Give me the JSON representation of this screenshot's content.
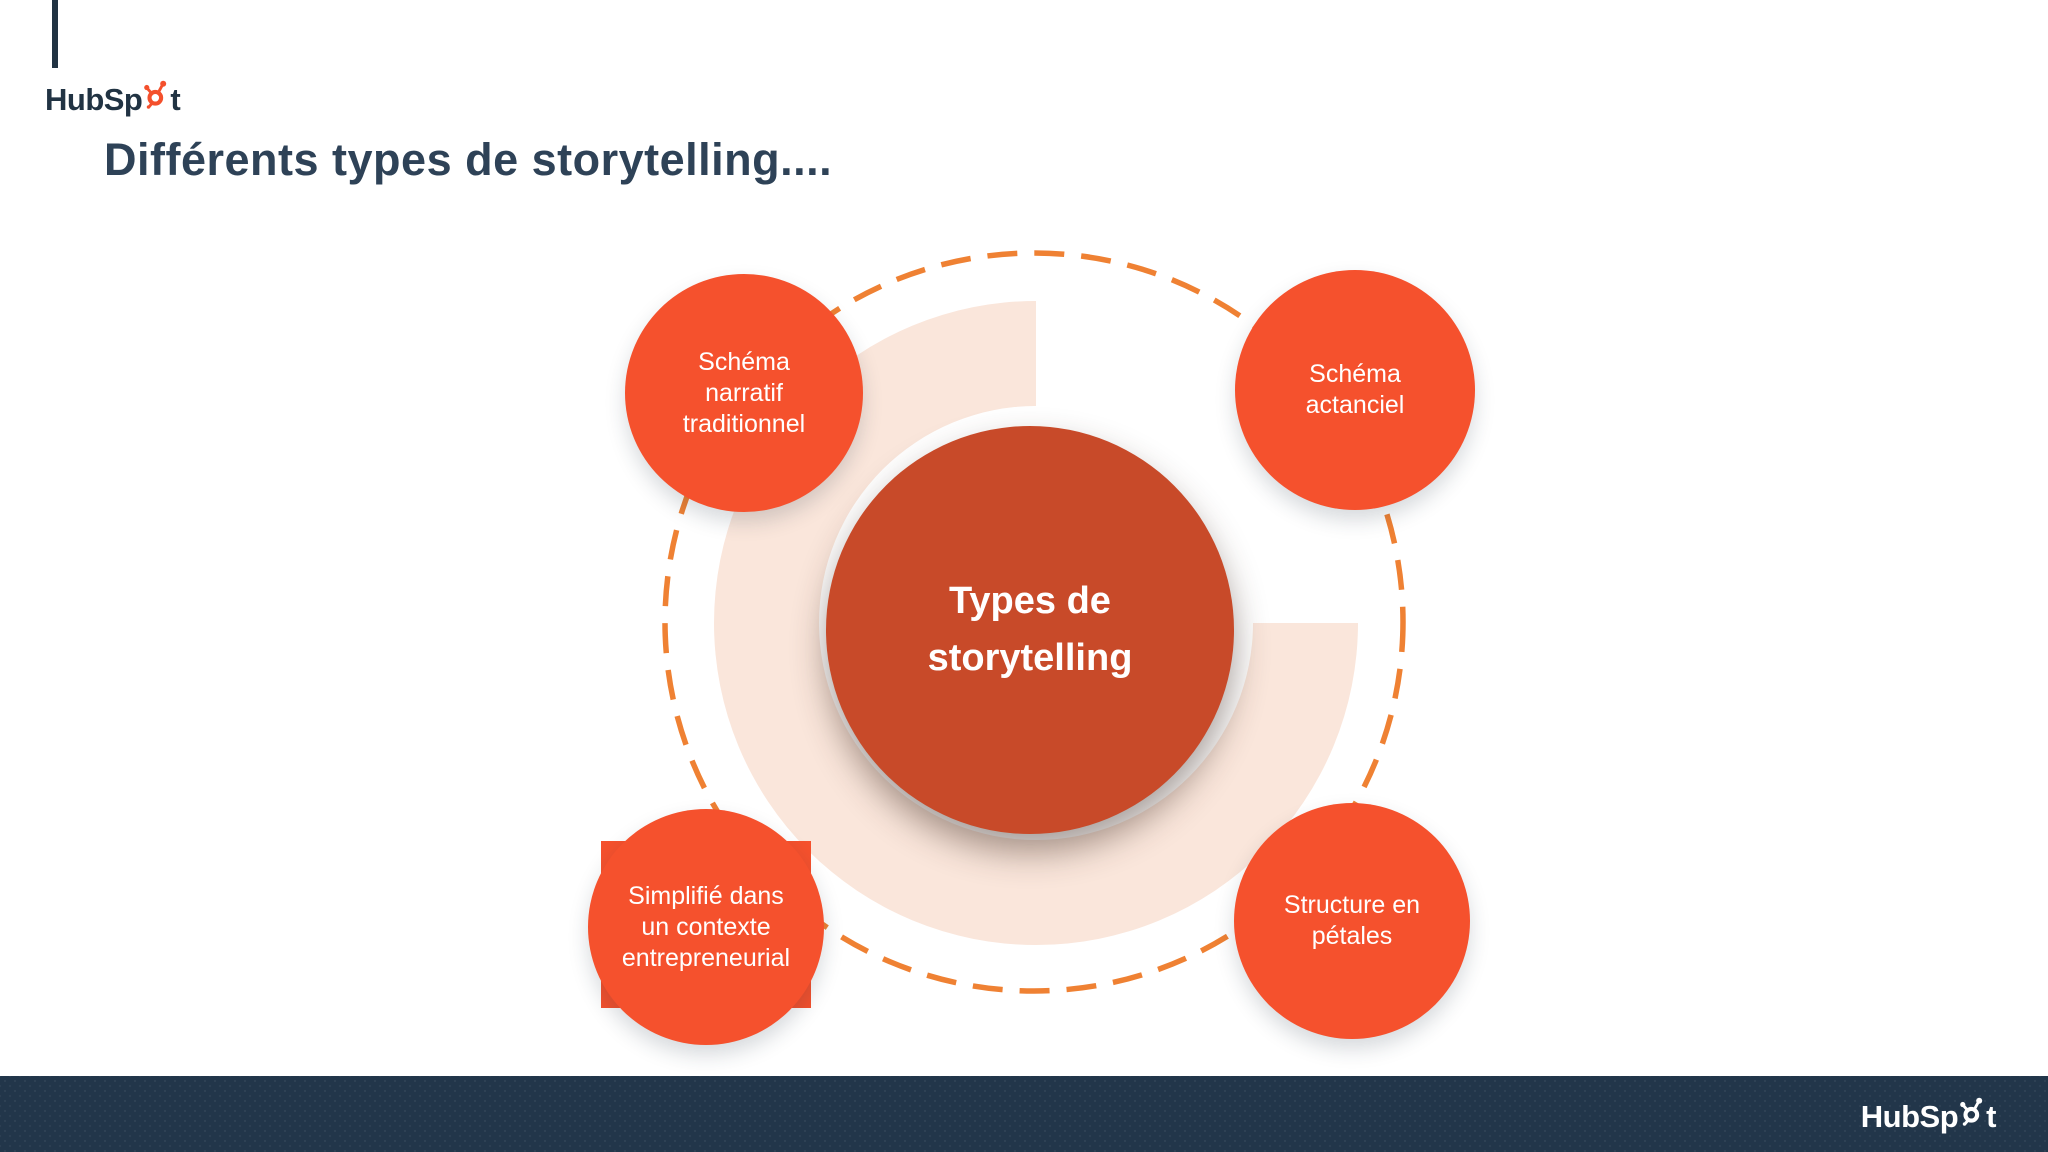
{
  "slide": {
    "title": "Différents types de storytelling....",
    "brand": {
      "name": "HubSpot",
      "logo_pre": "HubSp",
      "logo_post": "t"
    },
    "diagram": {
      "center_circle": {
        "line1": "Types de",
        "line2": "storytelling"
      },
      "satellites": [
        {
          "id": "schema-narratif-traditionnel",
          "lines": [
            "Schéma",
            "narratif",
            "traditionnel"
          ]
        },
        {
          "id": "schema-actanciel",
          "lines": [
            "Schéma",
            "actanciel"
          ]
        },
        {
          "id": "simplifie-contexte-entrepreneurial",
          "lines": [
            "Simplifié dans",
            "un contexte",
            "entrepreneurial"
          ]
        },
        {
          "id": "structure-en-petales",
          "lines": [
            "Structure en",
            "pétales"
          ]
        }
      ]
    },
    "colors": {
      "navy_logo": "#213343",
      "navy_title": "#2e4257",
      "footer_bar": "#22364a",
      "satellite_orange": "#f5512d",
      "center_orange": "#c84a29",
      "peach_arc": "#fae6db",
      "dash_orange": "#ef8133",
      "sprocket_orange": "#f4502c",
      "white": "#ffffff"
    }
  }
}
